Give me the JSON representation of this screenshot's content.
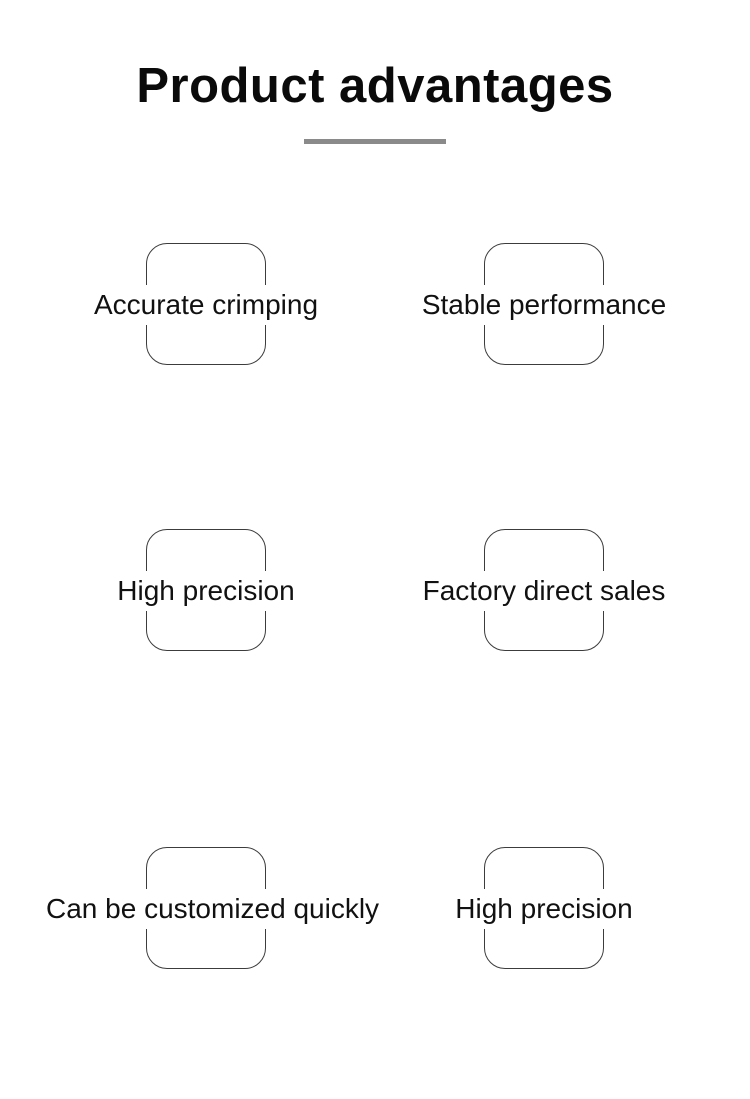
{
  "page": {
    "title": "Product advantages"
  },
  "advantages": [
    {
      "label": "Accurate crimping"
    },
    {
      "label": "Stable performance"
    },
    {
      "label": "High precision"
    },
    {
      "label": "Factory direct sales"
    },
    {
      "label": "Can be customized quickly"
    },
    {
      "label": "High precision"
    }
  ],
  "colors": {
    "background": "#ffffff",
    "title_text": "#0a0a0a",
    "divider": "#8a8a8a",
    "card_outline": "#3c3c3c",
    "label_text": "#111111"
  }
}
